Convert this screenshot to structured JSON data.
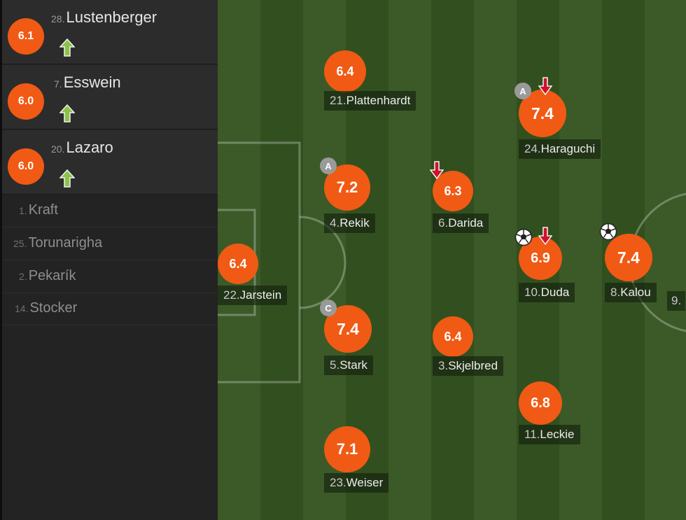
{
  "substitutes_in": [
    {
      "rating": "6.1",
      "number": "28.",
      "name": "Lustenberger",
      "icon": "green-up-arrow-icon"
    },
    {
      "rating": "6.0",
      "number": "7.",
      "name": "Esswein",
      "icon": "green-up-arrow-icon"
    },
    {
      "rating": "6.0",
      "number": "20.",
      "name": "Lazaro",
      "icon": "green-up-arrow-icon"
    }
  ],
  "bench": [
    {
      "number": "1.",
      "name": "Kraft"
    },
    {
      "number": "25.",
      "name": "Torunarigha"
    },
    {
      "number": "2.",
      "name": "Pekarík"
    },
    {
      "number": "14.",
      "name": "Stocker"
    }
  ],
  "players": [
    {
      "rating": "6.4",
      "number": "21.",
      "name": "Plattenhardt"
    },
    {
      "rating": "7.4",
      "number": "24.",
      "name": "Haraguchi",
      "badge": "A",
      "icons": [
        "red-down-arrow-icon"
      ]
    },
    {
      "rating": "7.2",
      "number": "4.",
      "name": "Rekik",
      "badge": "A"
    },
    {
      "rating": "6.3",
      "number": "6.",
      "name": "Darida",
      "icons": [
        "red-down-arrow-icon"
      ]
    },
    {
      "rating": "6.4",
      "number": "22.",
      "name": "Jarstein"
    },
    {
      "rating": "6.9",
      "number": "10.",
      "name": "Duda",
      "icons": [
        "soccer-ball-icon",
        "red-down-arrow-icon"
      ]
    },
    {
      "rating": "7.4",
      "number": "8.",
      "name": "Kalou",
      "icons": [
        "soccer-ball-icon"
      ]
    },
    {
      "rating": "7.4",
      "number": "5.",
      "name": "Stark",
      "badge": "C"
    },
    {
      "rating": "6.4",
      "number": "3.",
      "name": "Skjelbred"
    },
    {
      "rating": "6.8",
      "number": "11.",
      "name": "Leckie"
    },
    {
      "rating": "7.1",
      "number": "23.",
      "name": "Weiser"
    }
  ],
  "partial_player_number": "9.",
  "colors": {
    "rating": "#f05a14",
    "up_arrow": "#8bc34a",
    "down_arrow": "#d0112b",
    "pitch_light": "#3b5a27",
    "pitch_dark": "#32501f",
    "sidebar": "#232323"
  }
}
